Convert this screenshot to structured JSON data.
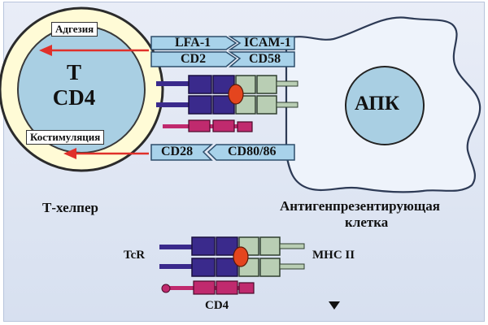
{
  "t_cell": {
    "line1": "Т",
    "line2": "CD4",
    "caption": "Т-хелпер",
    "adhesion_label": "Адгезия",
    "costim_label": "Костимуляция"
  },
  "apc": {
    "label": "АПК",
    "caption_line1": "Антигенпрезентирующая",
    "caption_line2": "клетка"
  },
  "molecules": {
    "lfa1": "LFA-1",
    "icam1": "ICAM-1",
    "cd2": "CD2",
    "cd58": "CD58",
    "cd28": "CD28",
    "cd8086": "CD80/86"
  },
  "legend": {
    "tcr": "TcR",
    "mhc": "MHC II",
    "cd4": "CD4"
  },
  "colors": {
    "tcr": "#3a2a8c",
    "mhc": "#b9ceb4",
    "cd4": "#c02a6e",
    "peptide": "#e4451e",
    "cell_fill": "#a9cfe3",
    "membrane": "#fffbd6",
    "arrow": "#e0302a",
    "adhesion_strip": "#a8d2ea"
  },
  "icons": {
    "nav": "triangle-down-icon"
  }
}
